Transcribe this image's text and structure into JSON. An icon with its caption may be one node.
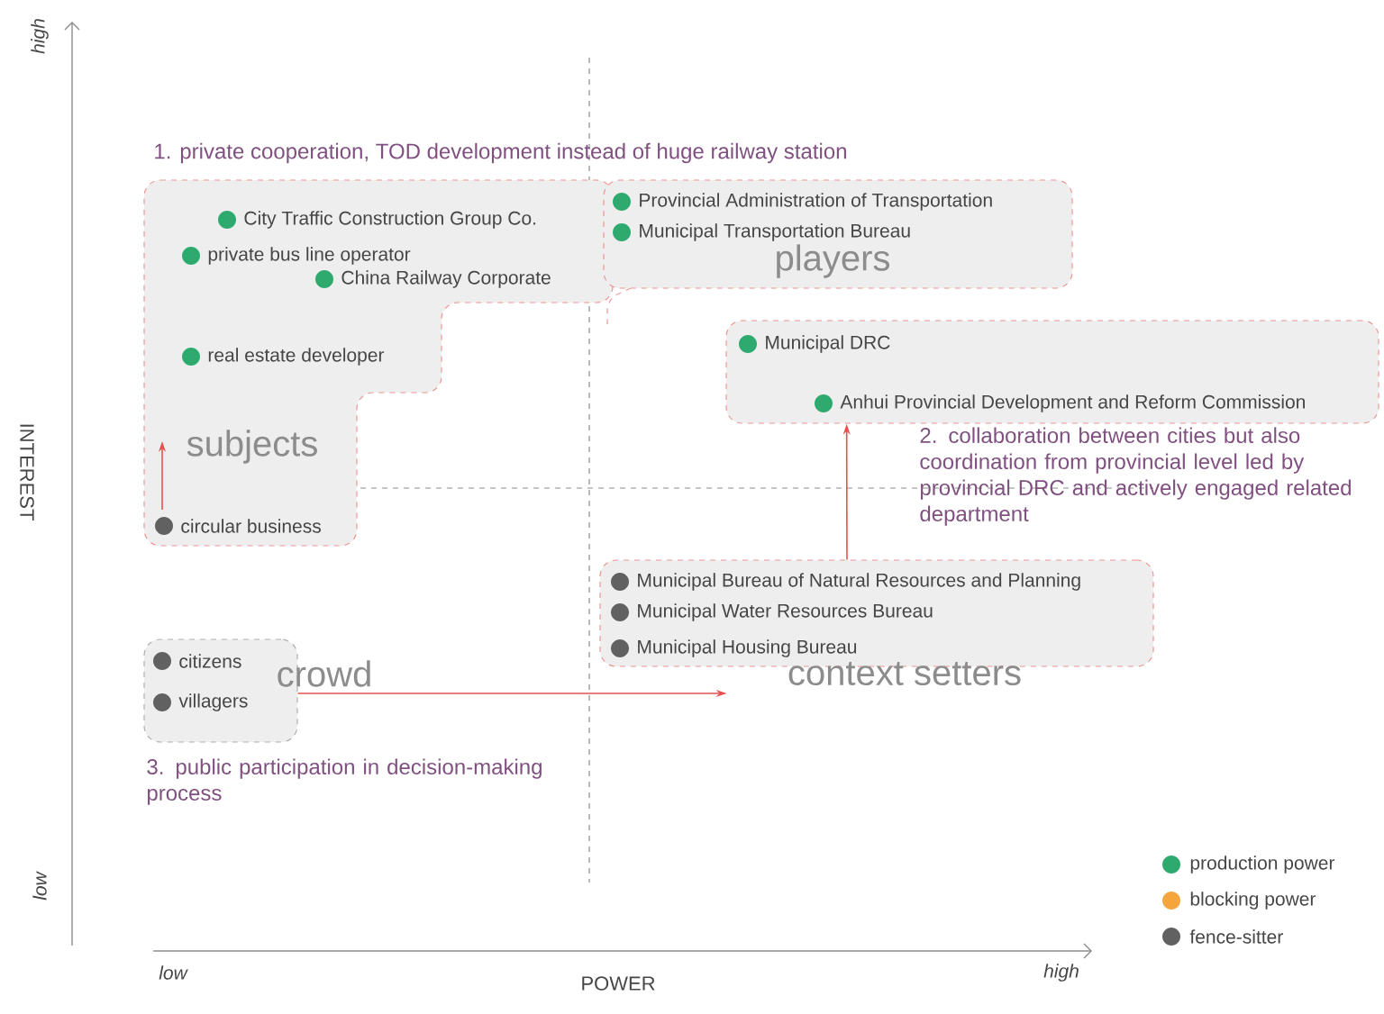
{
  "diagram": {
    "nodes": [
      {
        "text": [
          "subjects"
        ]
      },
      {
        "text": [
          "City Traffic Construction Group Co."
        ],
        "in": 0
      },
      {
        "text": [
          "private bus line operator"
        ],
        "in": 0
      },
      {
        "text": [
          "China Railway Corporate"
        ],
        "in": 0
      },
      {
        "text": [
          "real estate developer"
        ],
        "in": 0
      },
      {
        "text": [
          "circular business"
        ],
        "in": 0
      },
      {
        "text": [
          "players"
        ]
      },
      {
        "text": [
          "Provincial Administration of Transportation"
        ],
        "in": 6
      },
      {
        "text": [
          "Municipal Transportation Bureau"
        ],
        "in": 6
      },
      {
        "text": [],
        "shape": "box"
      },
      {
        "text": [
          "Municipal DRC"
        ],
        "in": 9
      },
      {
        "text": [
          "Anhui Provincial Development and Reform Commission"
        ],
        "in": 9
      },
      {
        "text": [
          "context setters"
        ]
      },
      {
        "text": [
          "Municipal Bureau of Natural Resources and Planning"
        ],
        "in": 12
      },
      {
        "text": [
          "Municipal Water Resources Bureau"
        ],
        "in": 12
      },
      {
        "text": [
          "Municipal Housing Bureau"
        ],
        "in": 12
      },
      {
        "text": [
          "crowd"
        ]
      },
      {
        "text": [
          "citizens"
        ],
        "in": 16
      },
      {
        "text": [
          "villagers"
        ],
        "in": 16
      }
    ],
    "edges": [
      {
        "from": 5,
        "to": null,
        "arrow": "to"
      },
      {
        "from": 12,
        "to": 9,
        "arrow": "to"
      },
      {
        "from": 16,
        "to": null,
        "arrow": "to"
      }
    ],
    "labels": [
      "high",
      "INTEREST",
      "low",
      "1. private cooperation, TOD development instead of huge railway station",
      "2. collaboration between cities but also coordination from provincial level led by provincial DRC and actively engaged related department",
      "3. public participation in decision-making process",
      "low",
      "POWER",
      "high"
    ],
    "legend": [
      {
        "text": "production power",
        "color": "#2eaa6e"
      },
      {
        "text": "blocking power",
        "color": "#f4a63c"
      },
      {
        "text": "fence-sitter",
        "color": "#616161"
      }
    ]
  }
}
